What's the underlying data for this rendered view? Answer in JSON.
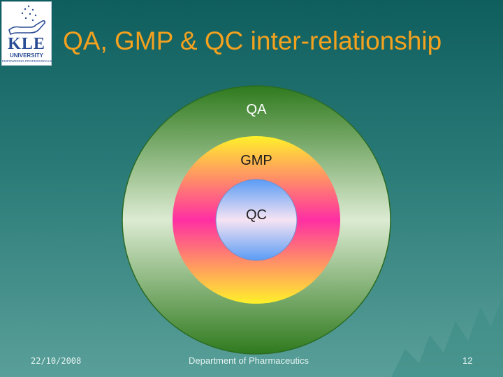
{
  "logo": {
    "name": "KLE",
    "subtitle": "UNIVERSITY",
    "tagline": "EMPOWERING PROFESSIONALS"
  },
  "slide": {
    "title": "QA, GMP & QC inter-relationship"
  },
  "diagram": {
    "outer_label": "QA",
    "middle_label": "GMP",
    "inner_label": "QC"
  },
  "footer": {
    "date": "22/10/2008",
    "department": "Department of Pharmaceutics",
    "page_number": "12"
  },
  "colors": {
    "title": "#f4a11e",
    "outer_ring": "#3f8a2a",
    "middle_ring": "#ff2fa0",
    "inner_circle": "#5a9cf5"
  }
}
